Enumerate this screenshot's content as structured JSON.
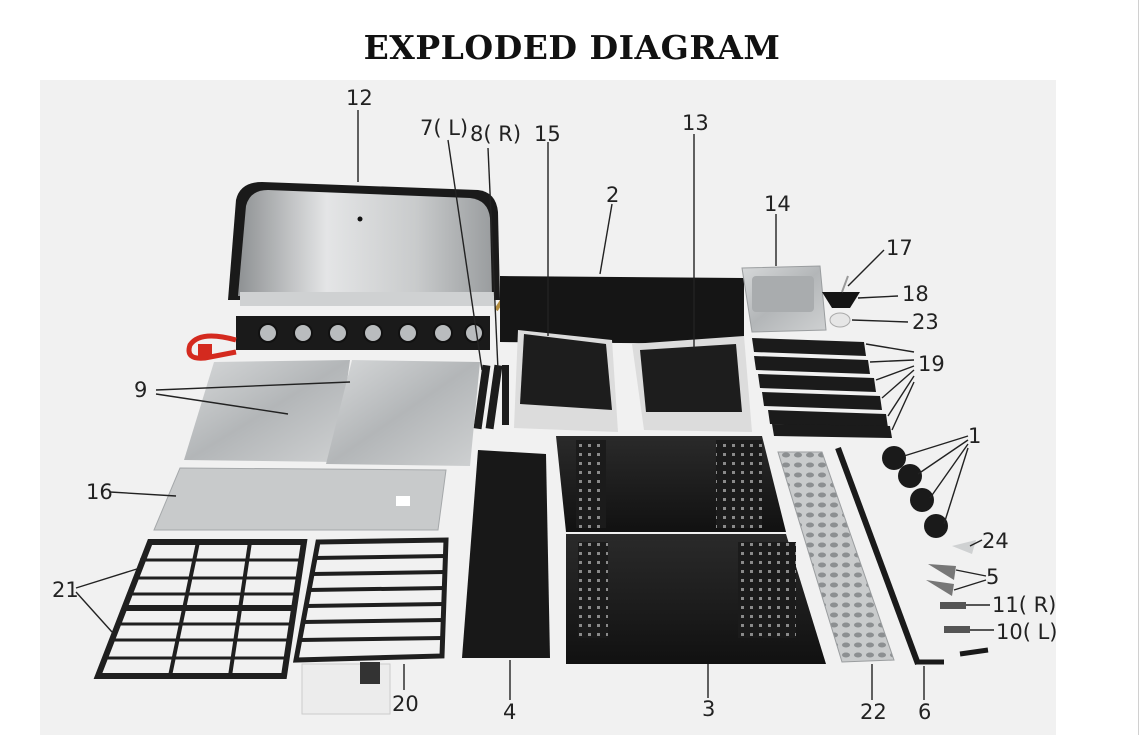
{
  "title": "EXPLODED DIAGRAM",
  "labels": {
    "p12": "12",
    "p7": "7( L)",
    "p8": "8( R)",
    "p15": "15",
    "p13": "13",
    "p2": "2",
    "p14": "14",
    "p17": "17",
    "p18": "18",
    "p23": "23",
    "p19": "19",
    "p9": "9",
    "p1": "1",
    "p16": "16",
    "p24": "24",
    "p5": "5",
    "p11": "11( R)",
    "p10": "10( L)",
    "p21": "21",
    "p20": "20",
    "p4": "4",
    "p3": "3",
    "p22": "22",
    "p6": "6"
  },
  "colors": {
    "steel": "#bfc2c4",
    "dark": "#1c1c1c",
    "red": "#d42a1f",
    "brass": "#b08a3c"
  }
}
